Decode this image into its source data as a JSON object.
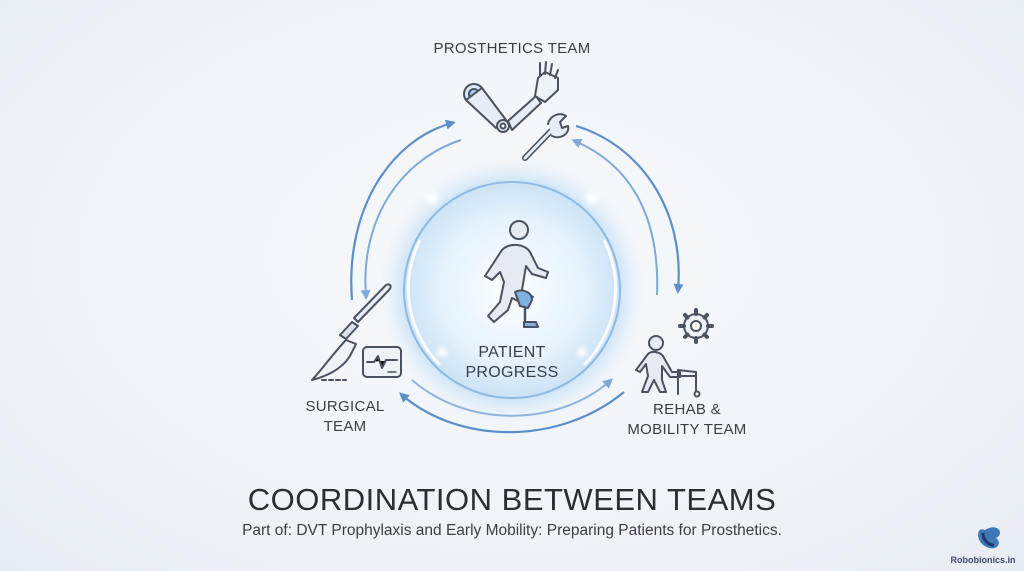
{
  "diagram": {
    "center": {
      "line1": "PATIENT",
      "line2": "PROGRESS",
      "icon": "walking-person-prosthetic-leg-icon"
    },
    "nodes": [
      {
        "id": "prosthetics",
        "label": "PROSTHETICS TEAM",
        "icon": "robotic-arm-wrench-icon"
      },
      {
        "id": "surgical",
        "line1": "SURGICAL",
        "line2": "TEAM",
        "icon": "scalpel-monitor-icon"
      },
      {
        "id": "rehab",
        "line1": "REHAB &",
        "line2": "MOBILITY TEAM",
        "icon": "walker-gear-icon"
      }
    ],
    "flows": [
      {
        "from": "surgical",
        "to": "prosthetics"
      },
      {
        "from": "prosthetics",
        "to": "surgical"
      },
      {
        "from": "prosthetics",
        "to": "rehab"
      },
      {
        "from": "rehab",
        "to": "prosthetics"
      },
      {
        "from": "rehab",
        "to": "surgical"
      },
      {
        "from": "surgical",
        "to": "rehab"
      }
    ],
    "colors": {
      "arrow": "#5b8fc9",
      "arrow_light": "#8fb4dc",
      "glow": "#cfe6fa",
      "outline": "#4a5260"
    }
  },
  "title": "COORDINATION BETWEEN TEAMS",
  "subtitle": "Part of: DVT Prophylaxis and Early Mobility: Preparing Patients for Prosthetics.",
  "brand": {
    "text": "Robobionics.in",
    "icon": "robobionics-logo-icon"
  }
}
